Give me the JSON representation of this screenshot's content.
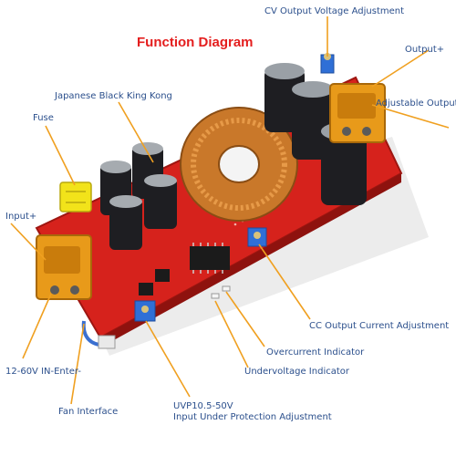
{
  "title": "Function Diagram",
  "colors": {
    "title": "#e41e1e",
    "label": "#2b4f8c",
    "leader": "#f0a020",
    "pcb": "#d6221c",
    "copper": "#c9782a",
    "capacitor": "#1e1e22",
    "terminal": "#e89a1a",
    "fuse": "#f2e31a",
    "potentiometer": "#2f6fd6"
  },
  "labels": {
    "cv_output": "CV Output Voltage Adjustment",
    "output_plus": "Output+",
    "adjustable_output": "Adjustable Output-",
    "japanese_caps": "Japanese Black King Kong",
    "fuse": "Fuse",
    "input_plus": "Input+",
    "input_minus": "12-60V IN-Enter-",
    "fan_interface": "Fan Interface",
    "uvp_line1": "UVP10.5-50V",
    "uvp_line2": "Input Under Protection Adjustment",
    "undervoltage": "Undervoltage Indicator",
    "overcurrent": "Overcurrent Indicator",
    "cc_output": "CC Output Current Adjustment"
  }
}
